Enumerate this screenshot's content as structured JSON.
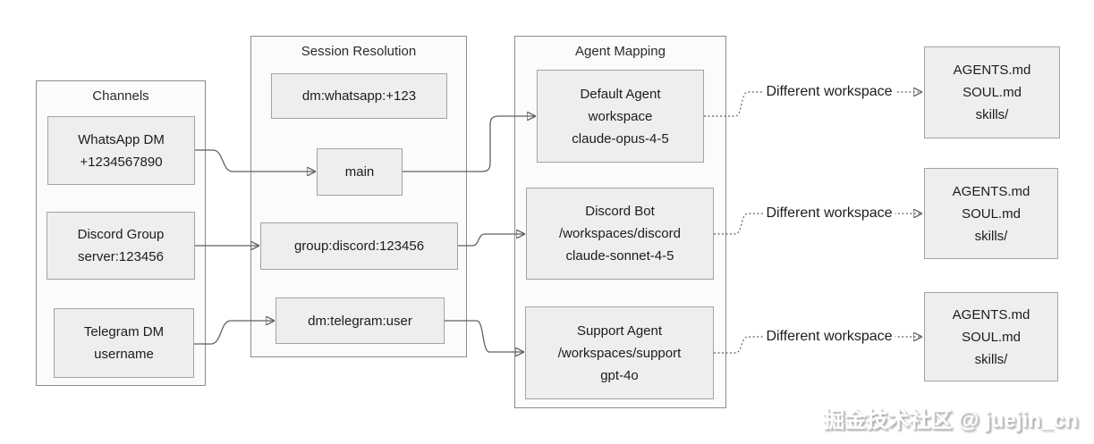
{
  "channels": {
    "title": "Channels",
    "items": [
      {
        "line1": "WhatsApp DM",
        "line2": "+1234567890"
      },
      {
        "line1": "Discord Group",
        "line2": "server:123456"
      },
      {
        "line1": "Telegram DM",
        "line2": "username"
      }
    ]
  },
  "session": {
    "title": "Session Resolution",
    "items": [
      {
        "label": "dm:whatsapp:+123"
      },
      {
        "label": "main"
      },
      {
        "label": "group:discord:123456"
      },
      {
        "label": "dm:telegram:user"
      }
    ]
  },
  "agents": {
    "title": "Agent Mapping",
    "items": [
      {
        "line1": "Default Agent",
        "line2": "workspace",
        "line3": "claude-opus-4-5"
      },
      {
        "line1": "Discord Bot",
        "line2": "/workspaces/discord",
        "line3": "claude-sonnet-4-5"
      },
      {
        "line1": "Support Agent",
        "line2": "/workspaces/support",
        "line3": "gpt-4o"
      }
    ]
  },
  "workspaces": {
    "edge_label": "Different workspace",
    "items": [
      {
        "line1": "AGENTS.md",
        "line2": "SOUL.md",
        "line3": "skills/"
      },
      {
        "line1": "AGENTS.md",
        "line2": "SOUL.md",
        "line3": "skills/"
      },
      {
        "line1": "AGENTS.md",
        "line2": "SOUL.md",
        "line3": "skills/"
      }
    ]
  },
  "watermark": "掘金技术社区 @ juejin_cn",
  "colors": {
    "node_fill": "#eeeeee",
    "node_border": "#a3a3a3",
    "container_fill": "#fbfbfb",
    "container_border": "#8c8c8c",
    "connector": "#616161",
    "text": "#1f1f1f"
  }
}
